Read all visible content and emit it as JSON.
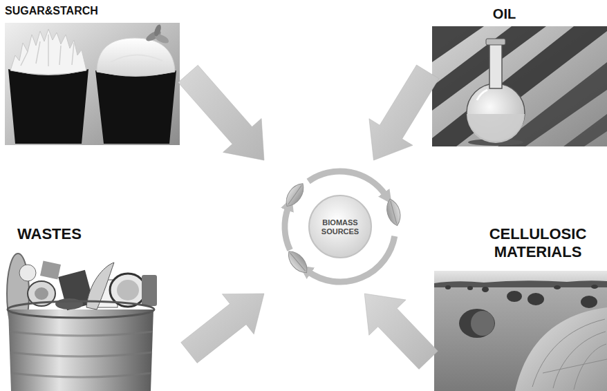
{
  "diagram": {
    "nodes": [
      {
        "text": [
          "SUGAR&STARCH"
        ]
      },
      {
        "text": [
          "OIL"
        ]
      },
      {
        "text": [
          "BIOMASS SOURCES"
        ]
      },
      {
        "text": [
          "WASTES"
        ]
      },
      {
        "text": [
          "CELLULOSIC MATERIALS"
        ]
      }
    ],
    "edges": [
      {
        "from": 0,
        "to": 2,
        "arrow": "to"
      },
      {
        "from": 1,
        "to": 2,
        "arrow": "to"
      },
      {
        "from": 3,
        "to": 2,
        "arrow": "to"
      },
      {
        "from": 4,
        "to": 2,
        "arrow": "to"
      }
    ]
  }
}
